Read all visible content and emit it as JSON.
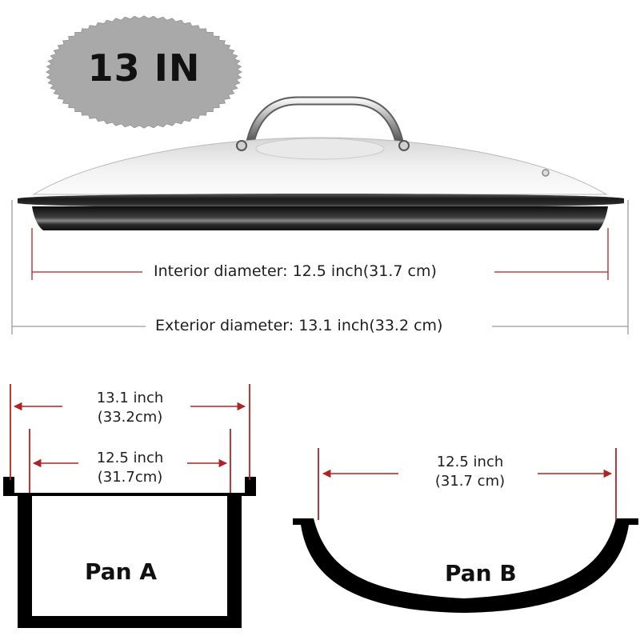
{
  "badge": {
    "text": "13 IN"
  },
  "lid": {
    "interior_label": "Interior diameter: 12.5 inch(31.7 cm)",
    "exterior_label": "Exterior diameter: 13.1 inch(33.2 cm)"
  },
  "pan_a": {
    "name": "Pan A",
    "outer_line1": "13.1 inch",
    "outer_line2": "(33.2cm)",
    "inner_line1": "12.5 inch",
    "inner_line2": "(31.7cm)"
  },
  "pan_b": {
    "name": "Pan B",
    "line1": "12.5 inch",
    "line2": "(31.7 cm)"
  },
  "colors": {
    "badge_fill": "#a9a9a9",
    "dimension_line": "#b22222",
    "guide_line": "#9a9a9a",
    "pan_stroke": "#000000"
  }
}
